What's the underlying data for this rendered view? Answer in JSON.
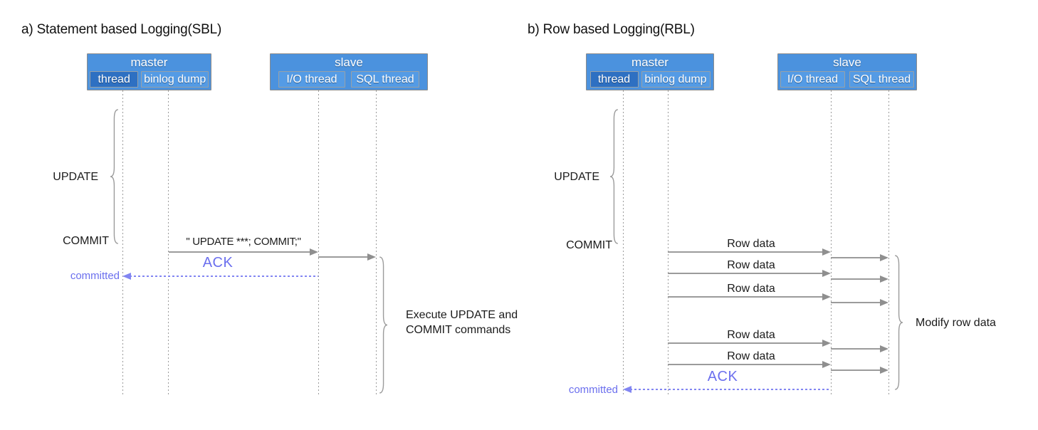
{
  "colors": {
    "box_fill": "#4b92de",
    "sub_box_fill": "#549be5",
    "sub_box_dark_fill": "#2e70c2",
    "line_gray": "#9b9b9b",
    "accent_blue": "#6b6fee"
  },
  "panel_a": {
    "title": "a) Statement based Logging(SBL)",
    "master": {
      "label": "master",
      "sub1": "thread",
      "sub2": "binlog dump"
    },
    "slave": {
      "label": "slave",
      "sub1": "I/O thread",
      "sub2": "SQL thread"
    },
    "labels": {
      "update": "UPDATE",
      "commit": "COMMIT",
      "ack": "ACK",
      "committed": "committed"
    },
    "message": "\" UPDATE ***; COMMIT;\"",
    "note_line1": "Execute UPDATE and",
    "note_line2": "COMMIT commands"
  },
  "panel_b": {
    "title": "b) Row based Logging(RBL)",
    "master": {
      "label": "master",
      "sub1": "thread",
      "sub2": "binlog dump"
    },
    "slave": {
      "label": "slave",
      "sub1": "I/O thread",
      "sub2": "SQL thread"
    },
    "labels": {
      "update": "UPDATE",
      "commit": "COMMIT",
      "ack": "ACK",
      "committed": "committed"
    },
    "row_data_label": "Row data",
    "row_count": 5,
    "note": "Modify row data"
  }
}
